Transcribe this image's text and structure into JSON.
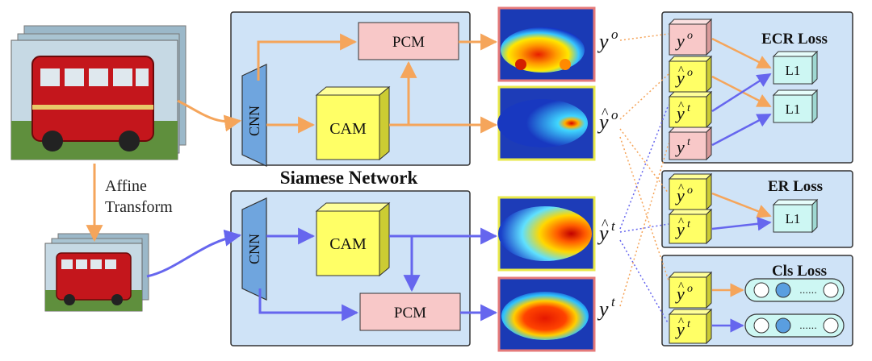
{
  "labels": {
    "siamese": "Siamese Network",
    "affine": "Affine",
    "transform": "Transform",
    "cnn": "CNN",
    "cam": "CAM",
    "pcm": "PCM",
    "ecr_loss": "ECR Loss",
    "er_loss": "ER Loss",
    "cls_loss": "Cls Loss",
    "l1": "L1",
    "dots": "......"
  },
  "math": {
    "y": "y",
    "o": "o",
    "t": "t",
    "hat": "^"
  },
  "colors": {
    "panel_fill": "#cfe3f7",
    "cnn_fill": "#6fa5de",
    "cam_fill": "#ffff66",
    "pcm_fill": "#f8c8c8",
    "l1_fill": "#cdf7f3",
    "orange_arrow": "#f5a55b",
    "purple_arrow": "#6666ee",
    "red_frame": "#e57a7a",
    "yellow_frame": "#e9e94a"
  }
}
